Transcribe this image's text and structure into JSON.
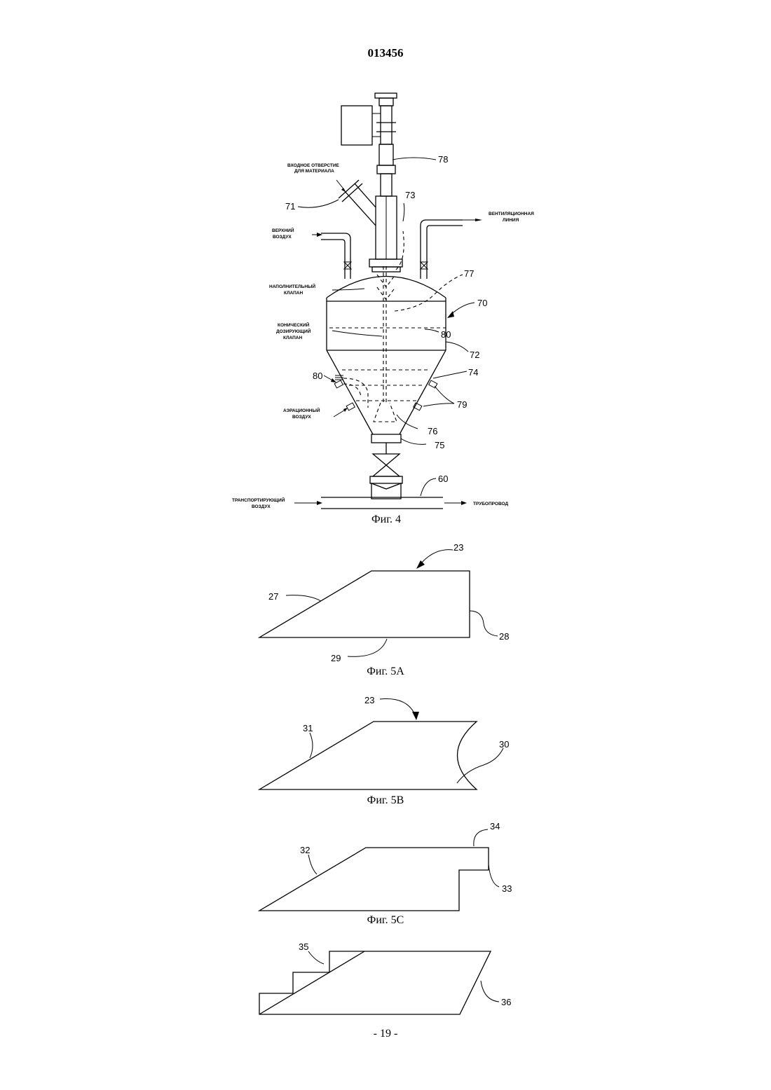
{
  "header": {
    "doc_number": "013456"
  },
  "footer": {
    "page_number": "- 19 -"
  },
  "fig4": {
    "caption": "Фиг. 4",
    "labels": {
      "inlet_line1": "ВХОДНОЕ ОТВЕРСТИЕ",
      "inlet_line2": "ДЛЯ МАТЕРИАЛА",
      "upper_air_line1": "ВЕРХНИЙ",
      "upper_air_line2": "ВОЗДУХ",
      "vent_line1": "ВЕНТИЛЯЦИОННАЯ",
      "vent_line2": "ЛИНИЯ",
      "fill_valve_line1": "НАПОЛНИТЕЛЬНЫЙ",
      "fill_valve_line2": "КЛАПАН",
      "cone_valve_line1": "КОНИЧЕСКИЙ",
      "cone_valve_line2": "ДОЗИРУЮЩИЙ",
      "cone_valve_line3": "КЛАПАН",
      "aeration_line1": "АЭРАЦИОННЫЙ",
      "aeration_line2": "ВОЗДУХ",
      "transport_line1": "ТРАНСПОРТИРУЮЩИЙ",
      "transport_line2": "ВОЗДУХ",
      "pipeline": "ТРУБОПРОВОД"
    },
    "refs": {
      "r78": "78",
      "r71": "71",
      "r73": "73",
      "r77": "77",
      "r70": "70",
      "r80a": "80",
      "r72": "72",
      "r74": "74",
      "r80b": "80",
      "r79": "79",
      "r76": "76",
      "r75": "75",
      "r60": "60"
    }
  },
  "fig5a": {
    "caption": "Фиг. 5А",
    "refs": {
      "r23": "23",
      "r27": "27",
      "r28": "28",
      "r29": "29"
    }
  },
  "fig5b": {
    "caption": "Фиг. 5В",
    "refs": {
      "r23": "23",
      "r31": "31",
      "r30": "30"
    }
  },
  "fig5c": {
    "caption": "Фиг. 5С",
    "refs": {
      "r34": "34",
      "r32": "32",
      "r33": "33"
    }
  },
  "fig5d": {
    "refs": {
      "r35": "35",
      "r36": "36"
    }
  }
}
